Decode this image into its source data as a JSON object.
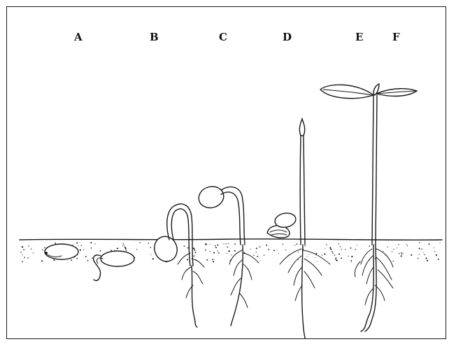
{
  "figure": {
    "stage_labels": {
      "a": "A",
      "b": "B",
      "c": "C",
      "d": "D",
      "e": "E",
      "f": "F"
    }
  }
}
